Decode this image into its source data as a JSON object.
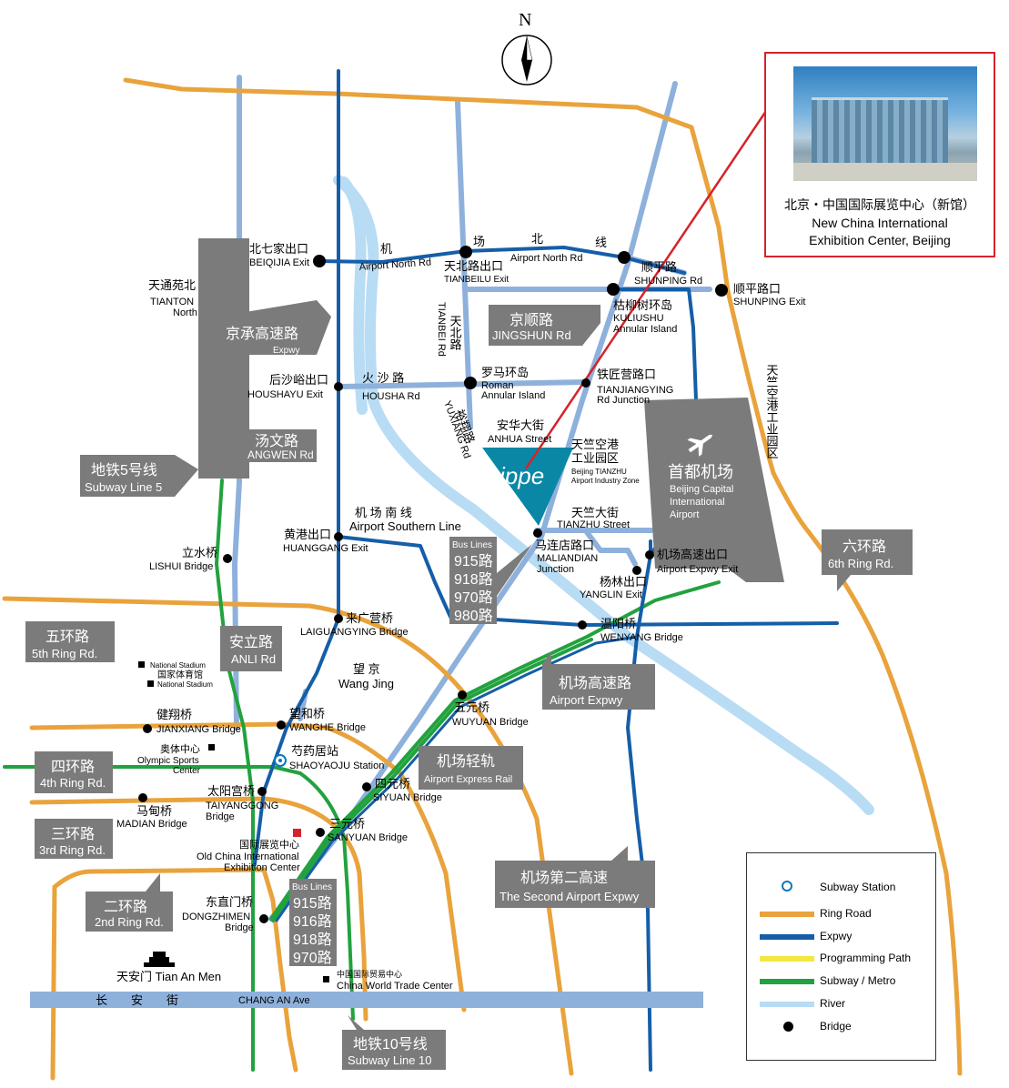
{
  "compass": {
    "label": "N"
  },
  "photo_caption": {
    "cn": "北京・中国国际展览中心（新馆）",
    "en_line1": "New China International",
    "en_line2": "Exhibition Center, Beijing"
  },
  "legend": {
    "subway_station": "Subway Station",
    "ring_road": "Ring Road",
    "expwy": "Expwy",
    "programming_path": "Programming Path",
    "subway_metro": "Subway / Metro",
    "river": "River",
    "bridge": "Bridge"
  },
  "colors": {
    "ring_road": "#e9a33c",
    "expwy": "#155ea8",
    "programming_path": "#f5e642",
    "subway": "#22a23e",
    "river": "#b8dcf4",
    "minor_road": "#8eb1dc",
    "label_tag": "#7b7b7b",
    "cippe": "#0b87a6",
    "highlight_line": "#d5232b"
  },
  "cippe_logo": "cippe",
  "airport": {
    "cn": "首都机场",
    "en1": "Beijing Capital",
    "en2": "International",
    "en3": "Airport"
  },
  "tags": {
    "subway5_cn": "地铁5号线",
    "subway5_en": "Subway Line 5",
    "jingcheng_cn": "京承高速路",
    "jingcheng_en": "Expwy",
    "tangwen_cn": "汤文路",
    "tangwen_en": "ANGWEN Rd",
    "jingshun_cn": "京顺路",
    "jingshun_en": "JINGSHUN Rd",
    "ring6_cn": "六环路",
    "ring6_en": "6th Ring Rd.",
    "ring5_cn": "五环路",
    "ring5_en": "5th Ring Rd.",
    "anli_cn": "安立路",
    "anli_en": "ANLI Rd",
    "ring4_cn": "四环路",
    "ring4_en": "4th Ring Rd.",
    "ring3_cn": "三环路",
    "ring3_en": "3rd Ring Rd.",
    "ring2_cn": "二环路",
    "ring2_en": "2nd Ring Rd.",
    "airport_expwy_cn": "机场高速路",
    "airport_expwy_en": "Airport Expwy",
    "airport_rail_cn": "机场轻轨",
    "airport_rail_en": "Airport Express Rail",
    "second_expwy_cn": "机场第二高速",
    "second_expwy_en": "The Second Airport Expwy",
    "subway10_cn": "地铁10号线",
    "subway10_en": "Subway Line 10"
  },
  "bus1": {
    "title": "Bus Lines",
    "l1": "915路",
    "l2": "918路",
    "l3": "970路",
    "l4": "980路"
  },
  "bus2": {
    "title": "Bus Lines",
    "l1": "915路",
    "l2": "916路",
    "l3": "918路",
    "l4": "970路"
  },
  "labels": {
    "airport_north_c1": "机",
    "airport_north_c2": "场",
    "airport_north_c3": "北",
    "airport_north_c4": "线",
    "airport_north_en1": "Airport North Rd",
    "airport_north_en2": "Airport North Rd",
    "beiqijia_cn": "北七家出口",
    "beiqijia_en": "BEIQIJIA Exit",
    "tiantong_cn": "天通苑北",
    "tiantong_en1": "TIANTON",
    "tiantong_en2": "North",
    "tianbeilu_cn": "天北路出口",
    "tianbeilu_en": "TIANBEILU Exit",
    "tianbei_cn": "天北路",
    "tianbei_en": "TIANBEI Rd",
    "shunping_rd_cn": "顺平路",
    "shunping_rd_en": "SHUNPING Rd",
    "shunping_exit_cn": "顺平路口",
    "shunping_exit_en": "SHUNPING Exit",
    "kuliushu_cn": "枯柳树环岛",
    "kuliushu_en1": "KULIUSHU",
    "kuliushu_en2": "Annular Island",
    "houshayu_cn": "后沙峪出口",
    "houshayu_en": "HOUSHAYU Exit",
    "housha_cn": "火 沙 路",
    "housha_en": "HOUSHA Rd",
    "roman_cn": "罗马环岛",
    "roman_en1": "Roman",
    "roman_en2": "Annular Island",
    "tianjiangying_cn": "铁匠营路口",
    "tianjiangying_en1": "TIANJIANGYING",
    "tianjiangying_en2": "Rd Junction",
    "yuxiang_cn": "裕翔路",
    "yuxiang_en": "YUXIANG Rd",
    "anhua_cn": "安华大街",
    "anhua_en": "ANHUA Street",
    "tianzhu_zone_cn1": "天竺空港",
    "tianzhu_zone_cn2": "工业园区",
    "tianzhu_zone_en1": "Beijing TIANZHU",
    "tianzhu_zone_en2": "Airport Industry Zone",
    "tianzhu_vertical": "天竺空港工业园区",
    "tianzhu_st_cn": "天竺大街",
    "tianzhu_st_en": "TIANZHU Street",
    "southern_cn": "机 场 南 线",
    "southern_en": "Airport Southern Line",
    "huanggang_cn": "黄港出口",
    "huanggang_en": "HUANGGANG Exit",
    "maliandian_cn": "马连店路口",
    "maliandian_en1": "MALIANDIAN",
    "maliandian_en2": "Junction",
    "airport_exit_cn": "机场高速出口",
    "airport_exit_en": "Airport Expwy Exit",
    "yanglin_cn": "杨林出口",
    "yanglin_en": "YANGLIN Exit",
    "lishui_cn": "立水桥",
    "lishui_en": "LISHUI Bridge",
    "laiguang_cn": "来广营桥",
    "laiguang_en": "LAIGUANGYING Bridge",
    "wenyang_cn": "温阳桥",
    "wenyang_en": "WENYANG Bridge",
    "stadium_en1": "National Stadium",
    "stadium_cn": "国家体育馆",
    "stadium_en2": "National Stadium",
    "wangjing_cn": "望 京",
    "wangjing_en": "Wang Jing",
    "jianxiang_cn": "健翔桥",
    "jianxiang_en": "JIANXIANG Bridge",
    "wanghe_cn": "望和桥",
    "wanghe_en": "WANGHE Bridge",
    "wuyuan_cn": "五元桥",
    "wuyuan_en": "WUYUAN Bridge",
    "olympic_cn": "奥体中心",
    "olympic_en1": "Olympic Sports",
    "olympic_en2": "Center",
    "shaoyaoju_cn": "芍药居站",
    "shaoyaoju_en": "SHAOYAOJU Station",
    "siyuan_cn": "四元桥",
    "siyuan_en": "SIYUAN Bridge",
    "taiyanggong_cn": "太阳宫桥",
    "taiyanggong_en1": "TAIYANGGONG",
    "taiyanggong_en2": "Bridge",
    "madian_cn": "马甸桥",
    "madian_en": "MADIAN Bridge",
    "sanyuan_cn": "三元桥",
    "sanyuan_en": "SANYUAN Bridge",
    "old_center_cn": "国际展览中心",
    "old_center_en1": "Old China International",
    "old_center_en2": "Exhibition Center",
    "dongzhimen_cn": "东直门桥",
    "dongzhimen_en1": "DONGZHIMEN",
    "dongzhimen_en2": "Bridge",
    "tiananmen": "天安门 Tian An Men",
    "cwtc_cn": "中国国际贸易中心",
    "cwtc_en": "China World Trade Center",
    "changan_cn": "长　　安　　街",
    "changan_en": "CHANG AN Ave"
  }
}
